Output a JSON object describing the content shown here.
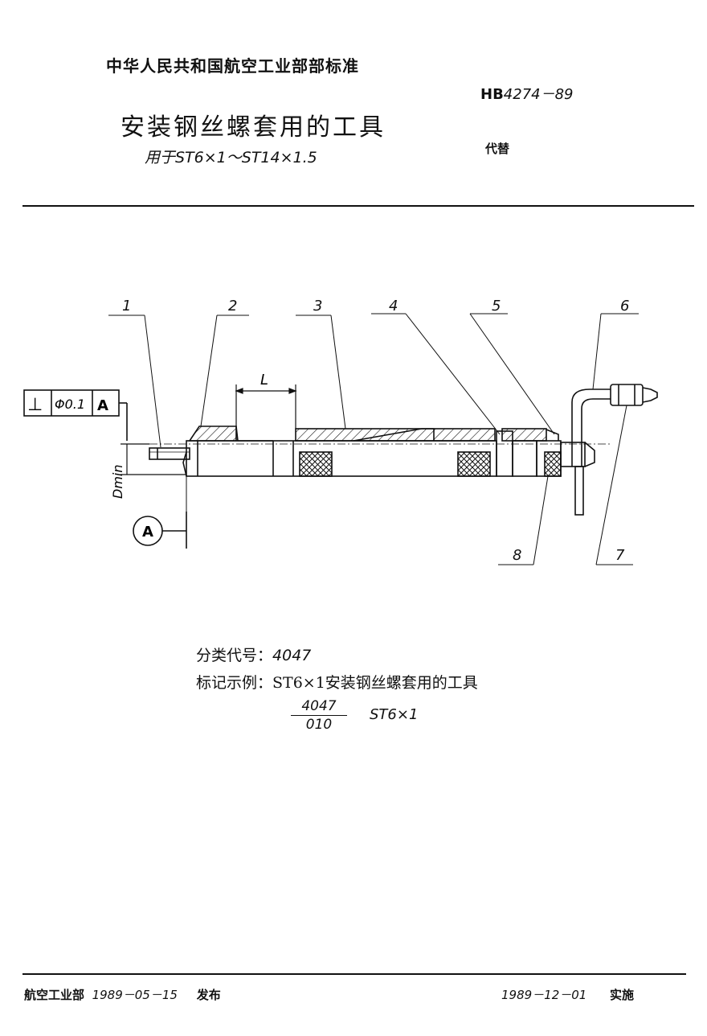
{
  "header": {
    "ministry": "中华人民共和国航空工业部部标准",
    "code_prefix": "HB",
    "code_number": "4274－89",
    "title": "安装钢丝螺套用的工具",
    "subtitle": "用于ST6×1～ST14×1.5",
    "replaces_label": "代替"
  },
  "drawing": {
    "callouts": [
      "1",
      "2",
      "3",
      "4",
      "5",
      "6",
      "7",
      "8"
    ],
    "dimension_L": "L",
    "dimension_Dmin": "Dmin",
    "tolerance_symbol": "⊥",
    "tolerance_value": "Φ0.1",
    "tolerance_datum": "A",
    "datum_label": "A"
  },
  "meta": {
    "class_code_label": "分类代号：",
    "class_code_value": "4047",
    "marking_label": "标记示例：",
    "marking_value": "ST6×1安装钢丝螺套用的工具",
    "fraction_numerator": "4047",
    "fraction_denominator": "010",
    "fraction_suffix": "ST6×1"
  },
  "footer": {
    "issuer": "航空工业部",
    "issue_date": "1989－05－15",
    "issue_label": "发布",
    "effective_date": "1989－12－01",
    "effective_label": "实施"
  }
}
